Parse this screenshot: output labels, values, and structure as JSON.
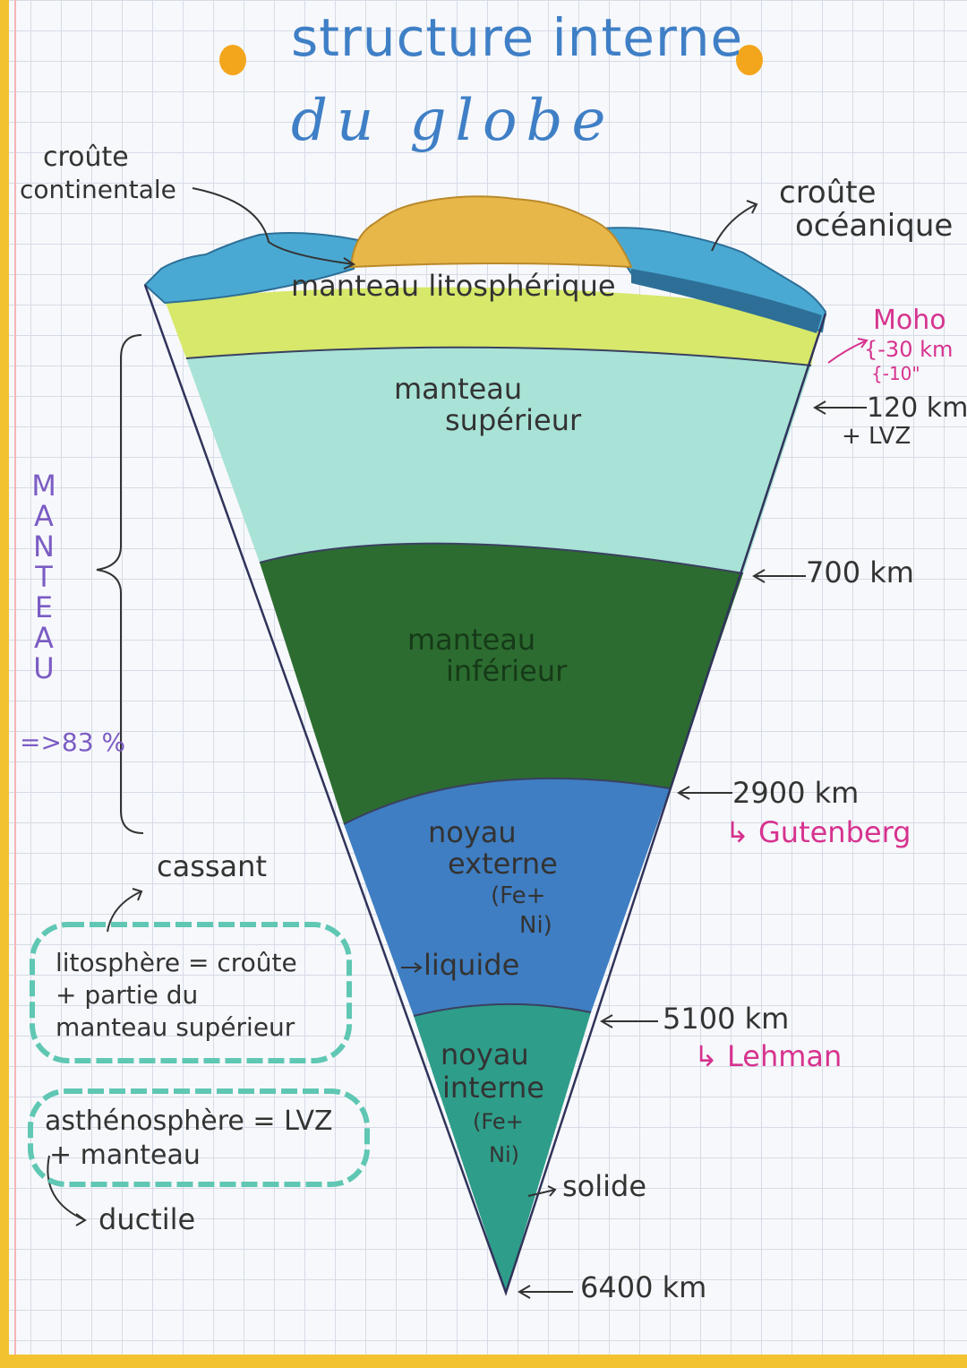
{
  "title": {
    "line1": "structure interne",
    "line2": "du globe"
  },
  "layers": {
    "lithospheric_mantle": "manteau litosphérique",
    "upper_mantle": [
      "manteau",
      "supérieur"
    ],
    "lower_mantle": [
      "manteau",
      "inférieur"
    ],
    "outer_core": [
      "noyau",
      "externe",
      "(Fe+",
      "Ni)"
    ],
    "inner_core": [
      "noyau",
      "interne",
      "(Fe+",
      "Ni)"
    ]
  },
  "labels": {
    "continental_crust": [
      "croûte",
      "continentale"
    ],
    "oceanic_crust": [
      "croûte",
      "océanique"
    ],
    "liquid": "liquide",
    "solid": "solide"
  },
  "depths": {
    "moho": {
      "title": "Moho",
      "line1": "{-30 km",
      "line2": "{-10\""
    },
    "lvz": {
      "value": "120 km",
      "note": "+ LVZ"
    },
    "d700": "700 km",
    "gutenberg": {
      "value": "2900 km",
      "name": "Gutenberg"
    },
    "lehman": {
      "value": "5100 km",
      "name": "Lehman"
    },
    "center": "6400 km"
  },
  "mantle_side": {
    "letters": [
      "M",
      "A",
      "N",
      "T",
      "E",
      "A",
      "U"
    ],
    "percent": "=>83 %"
  },
  "notes": {
    "cassant": "cassant",
    "lithosphere": [
      "litosphère = croûte",
      "+ partie du",
      "manteau supérieur"
    ],
    "asthenosphere": [
      "asthénosphère = LVZ",
      "+ manteau"
    ],
    "ductile": "ductile"
  },
  "colors": {
    "lithospheric_mantle": "#d7e86a",
    "upper_mantle": "#a9e2d6",
    "lower_mantle": "#2c6c30",
    "outer_core": "#3f7ec2",
    "inner_core": "#2e9d8a",
    "ocean": "#4aa9d2",
    "continent": "#e7b74a",
    "title": "#3f7fc6",
    "pink": "#d6338f",
    "cloud": "#5fc7b3"
  }
}
